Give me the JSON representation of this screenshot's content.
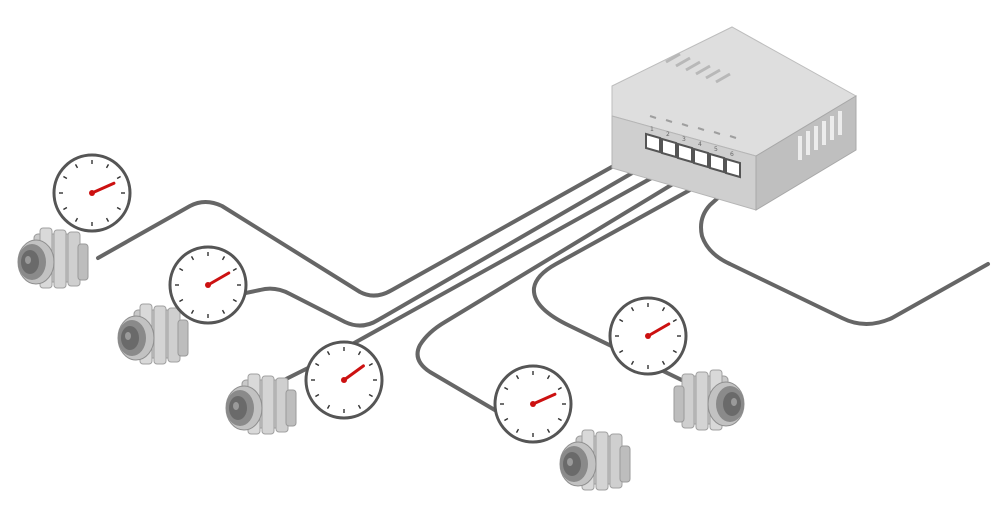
{
  "switch": {
    "ports": [
      "1",
      "2",
      "3",
      "4",
      "5",
      "6"
    ]
  },
  "gauges": [
    {
      "id": "gauge-1",
      "level": 0.72
    },
    {
      "id": "gauge-2",
      "level": 0.7
    },
    {
      "id": "gauge-3",
      "level": 0.68
    },
    {
      "id": "gauge-4",
      "level": 0.72
    },
    {
      "id": "gauge-5",
      "level": 0.7
    }
  ],
  "colors": {
    "background": "#ffffff",
    "cable": "#666666",
    "device_body": "#d4d4d4",
    "device_shadow": "#a8a8a8",
    "gauge_needle": "#cc1111",
    "gauge_face": "#ffffff",
    "gauge_rim": "#555555"
  }
}
